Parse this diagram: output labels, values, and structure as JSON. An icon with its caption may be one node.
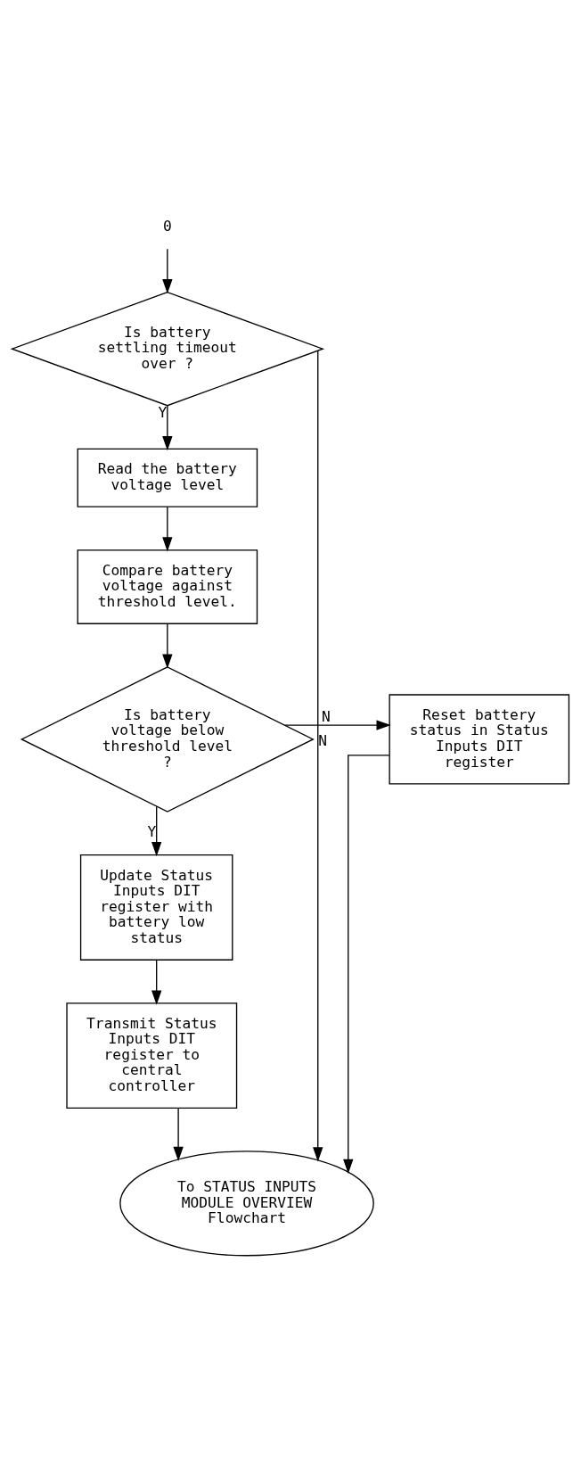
{
  "diagram": {
    "nodes": [
      {
        "text": [
          "0"
        ]
      },
      {
        "text": [
          "Is battery settling timeout over ?"
        ]
      },
      {
        "text": [
          "Read the battery voltage level"
        ]
      },
      {
        "text": [
          "Compare battery voltage against threshold level."
        ]
      },
      {
        "text": [
          "Is battery voltage below threshold level ?"
        ]
      },
      {
        "text": [
          "Reset battery status in Status Inputs DIT register"
        ]
      },
      {
        "text": [
          "Update Status Inputs DIT register with battery low status"
        ]
      },
      {
        "text": [
          "Transmit Status Inputs DIT register to central controller"
        ]
      },
      {
        "text": [
          "To STATUS INPUTS MODULE OVERVIEW Flowchart"
        ]
      }
    ],
    "edges": [
      {
        "from": 0,
        "to": 1,
        "arrow": "to"
      },
      {
        "from": 1,
        "to": 2,
        "arrow": "to",
        "label": "Y"
      },
      {
        "from": 1,
        "to": 8,
        "arrow": "to",
        "label": "N"
      },
      {
        "from": 2,
        "to": 3,
        "arrow": "to"
      },
      {
        "from": 3,
        "to": 4,
        "arrow": "to"
      },
      {
        "from": 4,
        "to": 5,
        "arrow": "to",
        "label": "N"
      },
      {
        "from": 4,
        "to": 6,
        "arrow": "to",
        "label": "Y"
      },
      {
        "from": 6,
        "to": 7,
        "arrow": "to"
      },
      {
        "from": 7,
        "to": 8,
        "arrow": "to"
      },
      {
        "from": 5,
        "to": 8,
        "arrow": "to"
      }
    ]
  }
}
